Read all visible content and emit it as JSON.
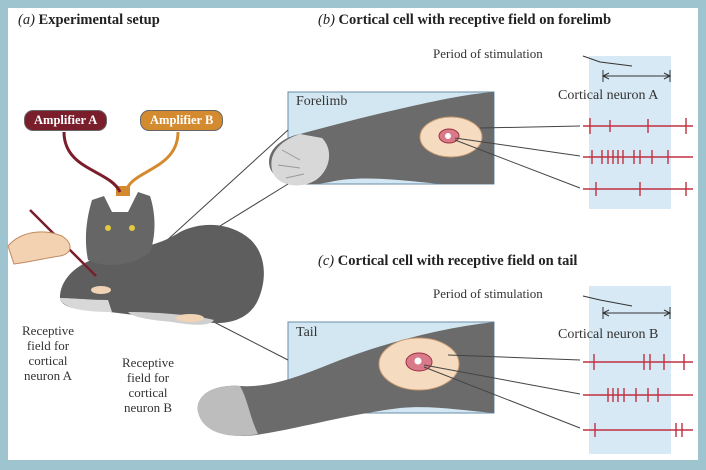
{
  "panel_a": {
    "label": "(a)",
    "title": "Experimental setup",
    "amplifier_a": "Amplifier A",
    "amplifier_b": "Amplifier B",
    "rf_a": [
      "Receptive",
      "field for",
      "cortical",
      "neuron A"
    ],
    "rf_b": [
      "Receptive",
      "field for",
      "cortical",
      "neuron B"
    ]
  },
  "panel_b": {
    "label": "(b)",
    "title": "Cortical cell with receptive field on forelimb",
    "limb_label": "Forelimb",
    "period_label": "Period of stimulation",
    "neuron_label": "Cortical neuron A"
  },
  "panel_c": {
    "label": "(c)",
    "title": "Cortical cell with receptive field on tail",
    "limb_label": "Tail",
    "period_label": "Period of stimulation",
    "neuron_label": "Cortical neuron B"
  },
  "colors": {
    "amplifier_a": "#7a1e2c",
    "amplifier_b": "#d48a2e",
    "spike": "#c03040",
    "stimulation_band": "#d6e9f4",
    "limb_box": "#d3e7f3",
    "receptive_field": "#f5dcc0"
  }
}
